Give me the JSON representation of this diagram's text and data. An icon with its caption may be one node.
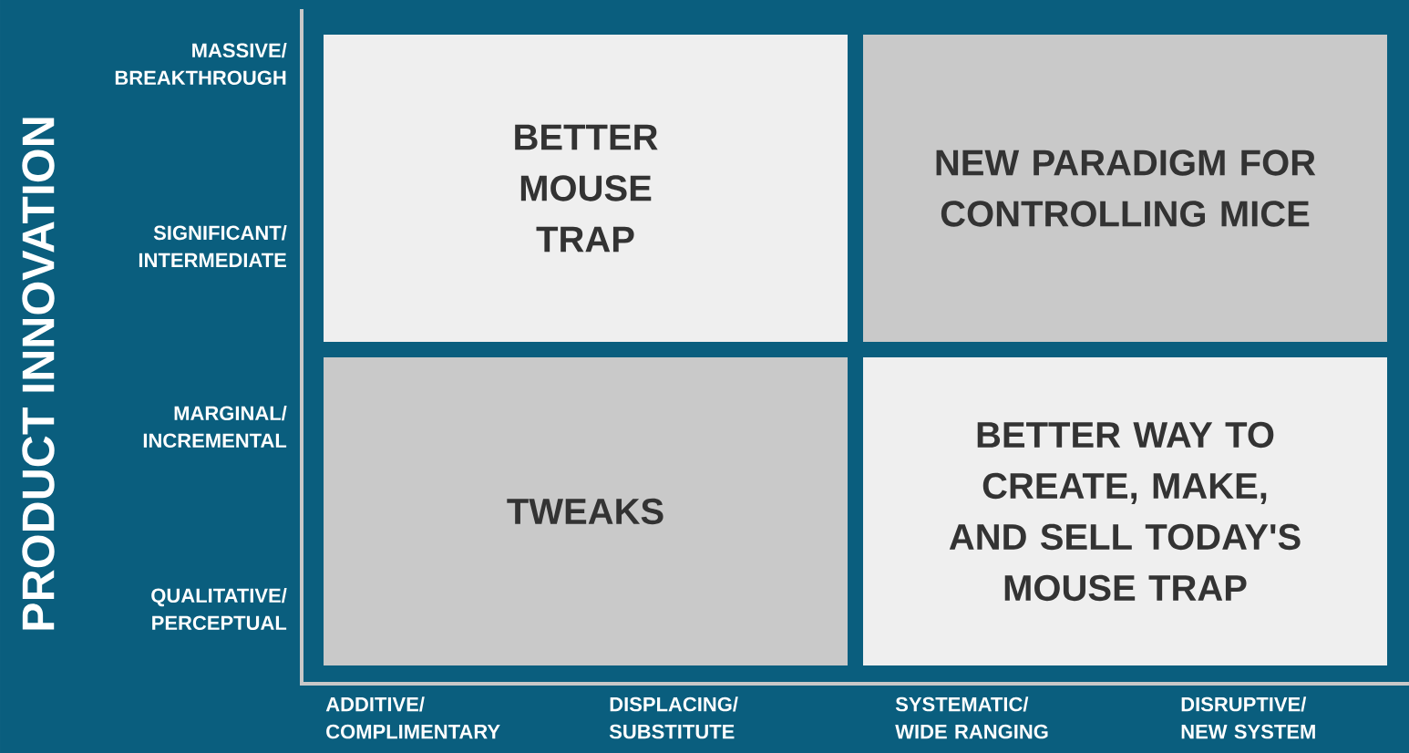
{
  "diagram": {
    "nodes": [
      {
        "text": [
          "BETTER MOUSE TRAP"
        ]
      },
      {
        "text": [
          "NEW PARADIGM FOR CONTROLLING MICE"
        ]
      },
      {
        "text": [
          "TWEAKS"
        ]
      },
      {
        "text": [
          "BETTER WAY TO CREATE, MAKE, AND SELL TODAY'S MOUSE TRAP"
        ]
      }
    ],
    "labels": [
      "PRODUCT INNOVATION",
      "MASSIVE/ BREAKTHROUGH",
      "SIGNIFICANT/ INTERMEDIATE",
      "MARGINAL/ INCREMENTAL",
      "QUALITATIVE/ PERCEPTUAL",
      "ADDITIVE/ COMPLIMENTARY",
      "DISPLACING/ SUBSTITUTE",
      "SYSTEMATIC/ WIDE RANGING",
      "DISRUPTIVE/ NEW SYSTEM"
    ]
  }
}
